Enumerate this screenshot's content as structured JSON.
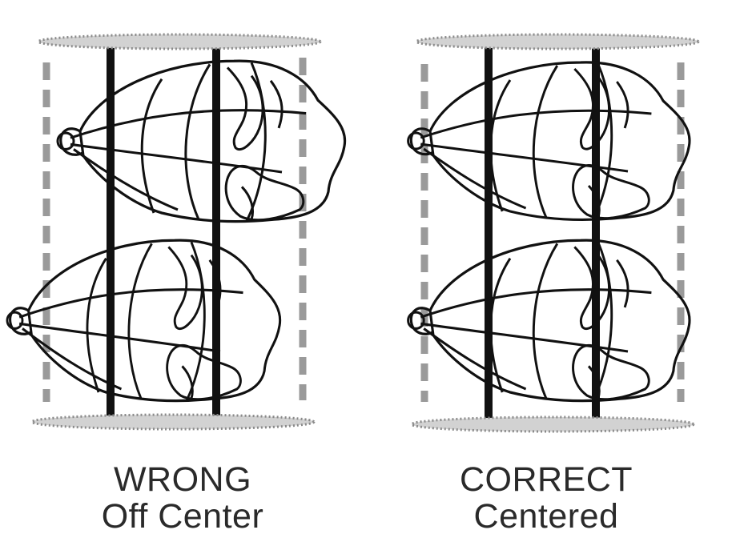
{
  "panels": [
    {
      "id": "wrong",
      "heading": "WRONG",
      "subheading": "Off Center"
    },
    {
      "id": "correct",
      "heading": "CORRECT",
      "subheading": "Centered"
    }
  ],
  "colors": {
    "line": "#111111",
    "guide_dash": "#9a9a9a",
    "plate_fill": "#d2d2d2",
    "plate_edge": "#8a8a8a",
    "text": "#2a2a2a"
  },
  "icons": [
    "roasted-bird-drawing",
    "skewer-rod",
    "end-plate"
  ]
}
